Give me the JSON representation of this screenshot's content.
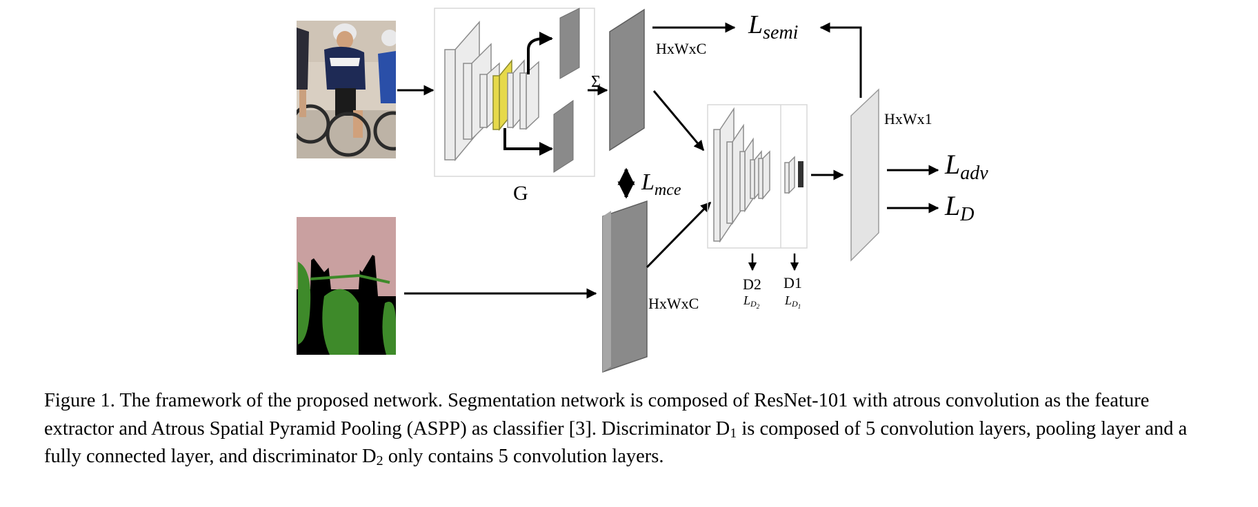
{
  "labels": {
    "generator": "G",
    "sum_symbol": "Σ",
    "feature_dim_top": "HxWxC",
    "feature_dim_bottom": "HxWxC",
    "confidence_dim": "HxWx1",
    "loss_semi_main": "L",
    "loss_semi_sub": "semi",
    "loss_mce_main": "L",
    "loss_mce_sub": "mce",
    "loss_adv_main": "L",
    "loss_adv_sub": "adv",
    "loss_d_main": "L",
    "loss_d_sub": "D",
    "disc2_name": "D2",
    "disc1_name": "D1",
    "disc2_loss_main": "L",
    "disc2_loss_sub": "D",
    "disc2_loss_subsub": "2",
    "disc1_loss_main": "L",
    "disc1_loss_sub": "D",
    "disc1_loss_subsub": "1"
  },
  "caption": {
    "part1": "Figure 1. The framework of the proposed network. Segmentation network is composed of ResNet-101 with atrous convolution as the feature extractor and Atrous Spatial Pyramid Pooling (ASPP) as classifier [3]. Discriminator D",
    "sub1": "1",
    "part2": " is composed of 5 convolution layers, pooling layer and a fully connected layer, and discriminator D",
    "sub2": "2",
    "part3": " only contains 5 convolution layers."
  },
  "colors": {
    "layer_fill": "#ececec",
    "layer_highlight": "#e6d94a",
    "feature_map": "#8a8a8a",
    "confidence_map": "#e4e4e4",
    "label_pink": "#c9a0a0",
    "label_green": "#3e8a2a",
    "label_bg": "#000000"
  },
  "icons": [
    "cyclists-photo",
    "segmentation-label-map"
  ]
}
